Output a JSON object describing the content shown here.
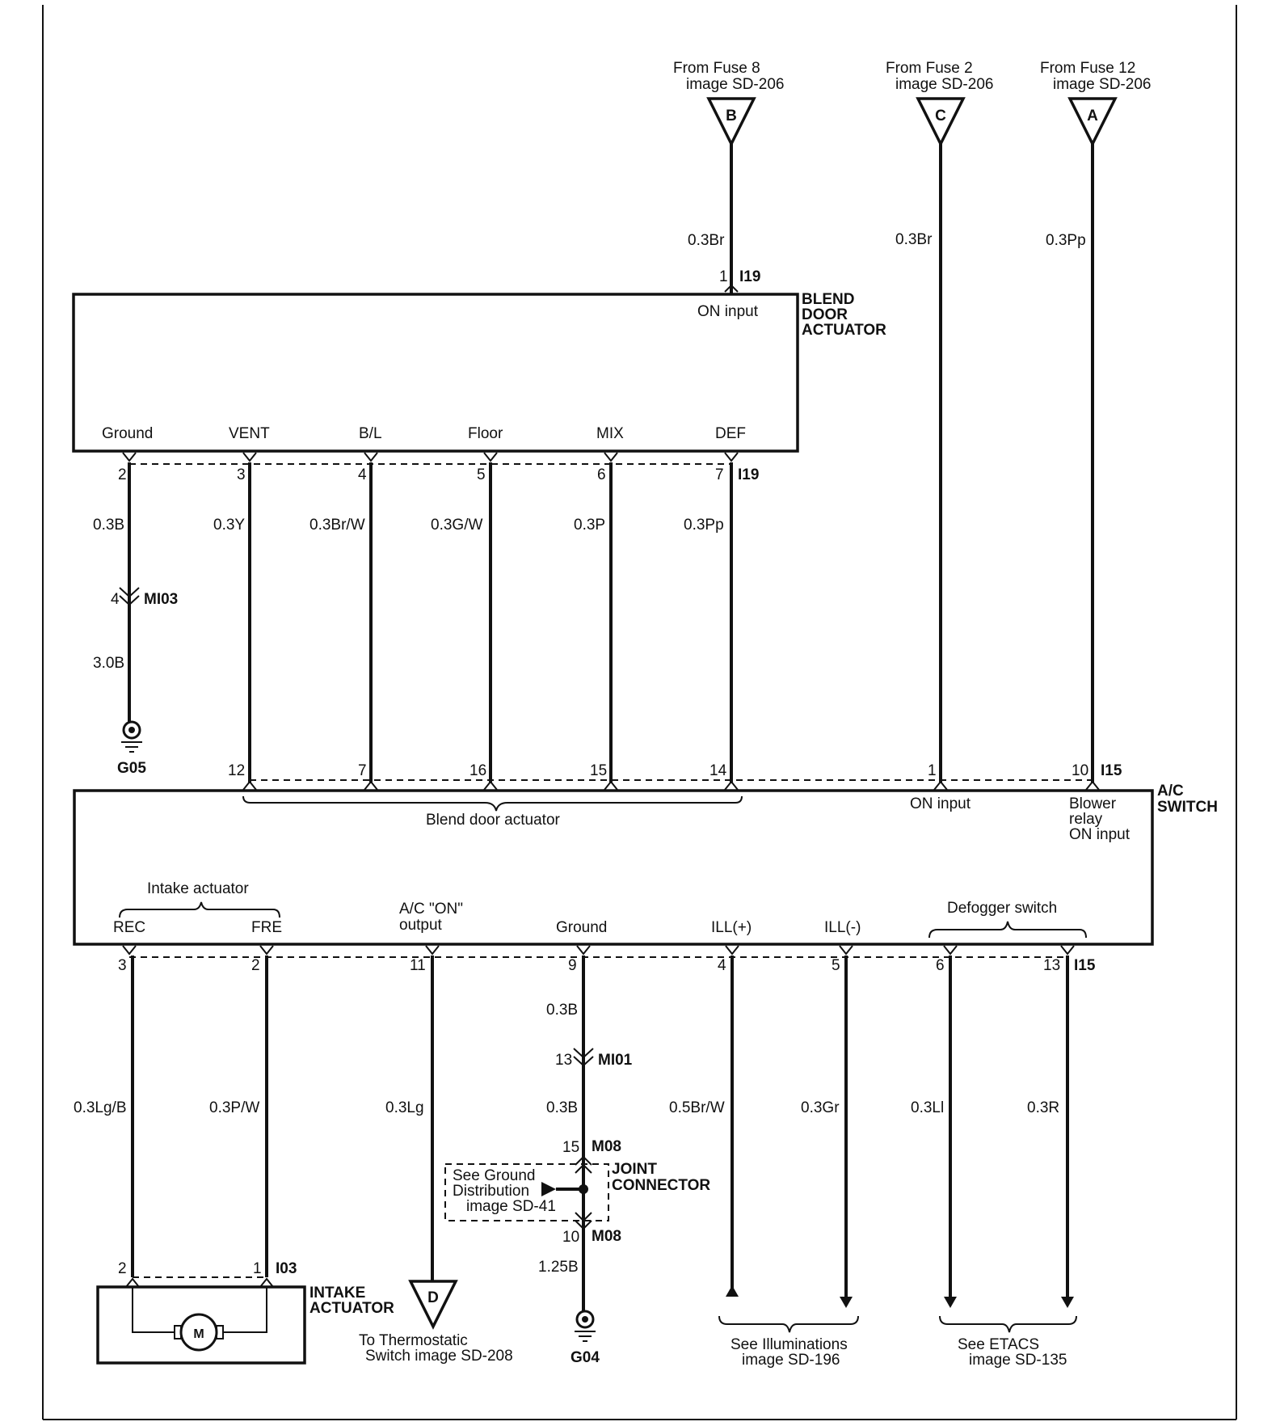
{
  "fuse_sources": [
    {
      "line1": "From Fuse 8",
      "line2": "image SD-206",
      "connector": "B",
      "wire": "0.3Br"
    },
    {
      "line1": "From Fuse 2",
      "line2": "image SD-206",
      "connector": "C",
      "wire": "0.3Br"
    },
    {
      "line1": "From Fuse 12",
      "line2": "image SD-206",
      "connector": "A",
      "wire": "0.3Pp"
    }
  ],
  "blend_door": {
    "name1": "BLEND",
    "name2": "DOOR",
    "name3": "ACTUATOR",
    "connector": "I19",
    "on_pin": "1",
    "on_label": "ON input",
    "pins": [
      {
        "label": "Ground",
        "num": "2",
        "wire": "0.3B"
      },
      {
        "label": "VENT",
        "num": "3",
        "wire": "0.3Y"
      },
      {
        "label": "B/L",
        "num": "4",
        "wire": "0.3Br/W"
      },
      {
        "label": "Floor",
        "num": "5",
        "wire": "0.3G/W"
      },
      {
        "label": "MIX",
        "num": "6",
        "wire": "0.3P"
      },
      {
        "label": "DEF",
        "num": "7",
        "wire": "0.3Pp"
      }
    ],
    "ground_conn_pin": "4",
    "ground_conn": "MI03",
    "ground_wire2": "3.0B",
    "ground": "G05"
  },
  "ac_switch": {
    "name1": "A/C",
    "name2": "SWITCH",
    "connector": "I15",
    "top_pins": [
      "12",
      "7",
      "16",
      "15",
      "14",
      "1",
      "10"
    ],
    "blend_group": "Blend door actuator",
    "on_input": "ON input",
    "blower1": "Blower",
    "blower2": "relay",
    "blower3": "ON input",
    "intake_group": "Intake actuator",
    "rec": "REC",
    "fre": "FRE",
    "ac_on1": "A/C \"ON\"",
    "ac_on2": "output",
    "ground": "Ground",
    "ill_plus": "ILL(+)",
    "ill_minus": "ILL(-)",
    "defogger": "Defogger switch",
    "bottom_pins": [
      "3",
      "2",
      "11",
      "9",
      "4",
      "5",
      "6",
      "13"
    ],
    "bottom_wires": [
      "0.3Lg/B",
      "0.3P/W",
      "0.3Lg",
      "0.3B",
      "0.5Br/W",
      "0.3Gr",
      "0.3Ll",
      "0.3R"
    ]
  },
  "ground_path": {
    "mi01_pin": "13",
    "mi01": "MI01",
    "wire2": "0.3B",
    "m08_top_pin": "15",
    "m08_top": "M08",
    "joint1": "JOINT",
    "joint2": "CONNECTOR",
    "see1": "See Ground",
    "see2": "Distribution",
    "see3": "image SD-41",
    "m08_bot_pin": "10",
    "m08_bot": "M08",
    "wire3": "1.25B",
    "ground": "G04"
  },
  "intake_actuator": {
    "name1": "INTAKE",
    "name2": "ACTUATOR",
    "connector": "I03",
    "pin_left": "2",
    "pin_right": "1",
    "motor": "M"
  },
  "thermostatic": {
    "connector": "D",
    "line1": "To Thermostatic",
    "line2": "Switch  image SD-208"
  },
  "illuminations": {
    "line1": "See Illuminations",
    "line2": "image SD-196"
  },
  "etacs": {
    "line1": "See ETACS",
    "line2": "image SD-135"
  }
}
